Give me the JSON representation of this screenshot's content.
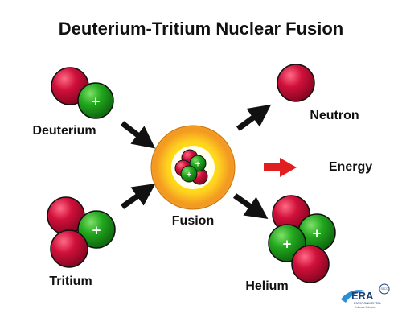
{
  "title": "Deuterium-Tritium Nuclear Fusion",
  "labels": {
    "deuterium": "Deuterium",
    "tritium": "Tritium",
    "fusion": "Fusion",
    "neutron": "Neutron",
    "energy": "Energy",
    "helium": "Helium"
  },
  "symbols": {
    "proton_charge": "+"
  },
  "colors": {
    "neutron": "#d0103a",
    "proton": "#22a81e",
    "arrow": "#111111",
    "energy_arrow": "#e02020",
    "fusion_outer": "#f39a22",
    "fusion_inner": "#fff200"
  },
  "logo": {
    "name": "ERA",
    "subtitle": "ENVIRONMENTAL",
    "tagline": "Software Solutions",
    "badge": "SECO"
  }
}
